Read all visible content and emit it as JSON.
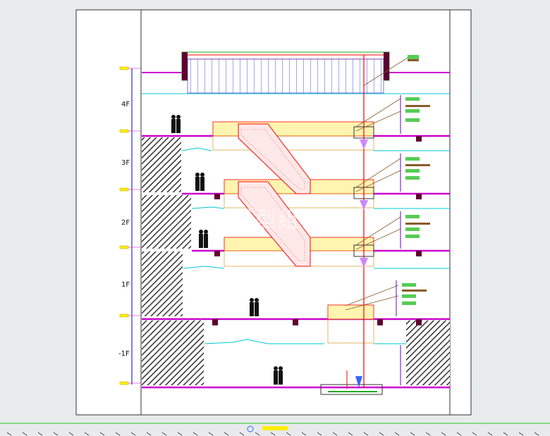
{
  "drawing": {
    "floors": [
      {
        "label": "4F"
      },
      {
        "label": "3F"
      },
      {
        "label": "2F"
      },
      {
        "label": "1F"
      },
      {
        "label": "-1F"
      }
    ],
    "watermark": "模型组"
  },
  "colors": {
    "background": "#e8eaec",
    "frame": "#333333",
    "slab": "#cc00cc",
    "structure_red": "#ff0000",
    "glass_cyan": "#00c8d8",
    "level_marker": "#ffee00",
    "hatch": "#333333",
    "column_dark": "#600030",
    "leader": "#8b5a2b",
    "tag_green": "#55cc55",
    "dim_blue": "#0000cc",
    "bottom_line": "#22cc22"
  },
  "icons": [
    "person-silhouette-icon",
    "elevator-cab-icon",
    "level-marker-icon",
    "fountain-icon"
  ]
}
